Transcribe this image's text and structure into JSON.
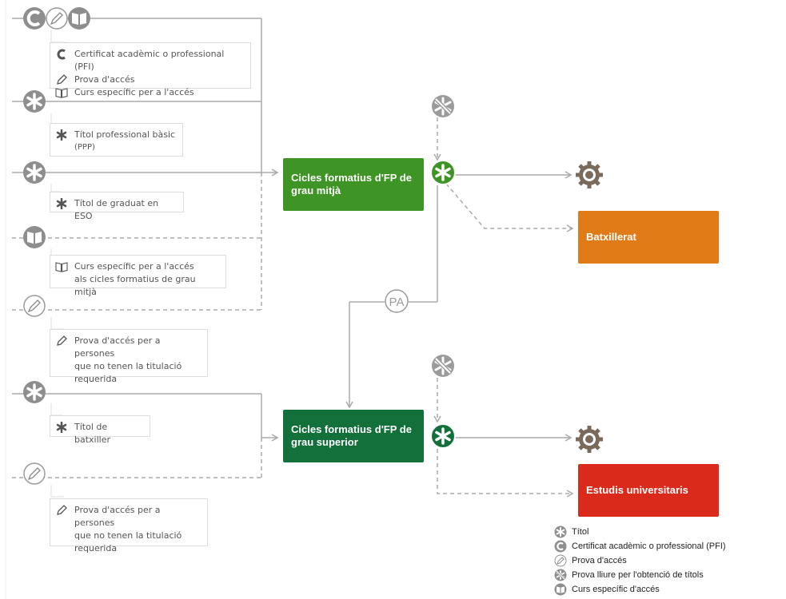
{
  "boxes": {
    "grau_mitja": "Cicles formatius d'FP de grau mitjà",
    "grau_superior": "Cicles formatius d'FP de grau superior",
    "batxillerat": "Batxillerat",
    "universitaris": "Estudis universitaris"
  },
  "colors": {
    "grau_mitja": "#3e9425",
    "grau_superior": "#14703a",
    "batxillerat": "#e07b17",
    "universitaris": "#d92a1c",
    "node": "#9b9b9b",
    "gear": "#7a6a5c"
  },
  "pa_label": "PA",
  "notes": {
    "pfi_line": "Certificat acadèmic o professional (PFI)",
    "prova_line": "Prova d'accés",
    "curs_line": "Curs específic per a l'accés",
    "ppp_1": "Títol professional bàsic",
    "ppp_2": "(PPP)",
    "eso": "Títol de graduat en ESO",
    "curs_mitja_1": "Curs específic per a l'accés",
    "curs_mitja_2": "als cicles formatius de grau mitjà",
    "prova_mitja_1": "Prova d'accés per a persones",
    "prova_mitja_2": "que no tenen la titulació",
    "prova_mitja_3": "requerida",
    "batxiller": "Títol de batxiller",
    "prova_sup_1": "Prova d'accés per a persones",
    "prova_sup_2": "que no tenen la titulació",
    "prova_sup_3": "requerida"
  },
  "legend": [
    {
      "icon": "star-icon",
      "label": "Títol"
    },
    {
      "icon": "certificate-icon",
      "label": "Certificat acadèmic o professional (PFI)"
    },
    {
      "icon": "pencil-icon",
      "label": "Prova d'accés"
    },
    {
      "icon": "free-test-icon",
      "label": "Prova lliure per l'obtenció de títols"
    },
    {
      "icon": "book-icon",
      "label": "Curs específic d'accés"
    }
  ]
}
